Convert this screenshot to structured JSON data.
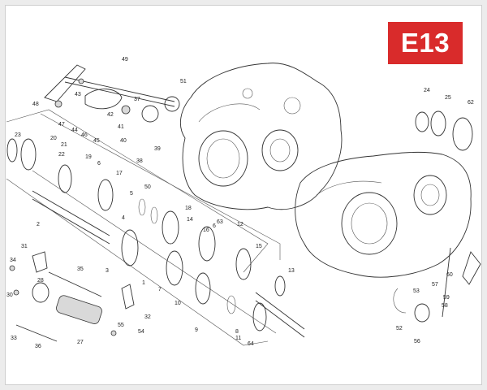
{
  "page_code": "E13",
  "colors": {
    "badge": "#d92b2b",
    "badge_text": "#ffffff",
    "frame": "#ececec",
    "line": "#333333"
  },
  "callouts": [
    "49",
    "43",
    "51",
    "48",
    "47",
    "44",
    "42",
    "41",
    "37",
    "45",
    "46",
    "40",
    "38",
    "39",
    "23",
    "20",
    "21",
    "22",
    "19",
    "17",
    "6",
    "18",
    "5",
    "50",
    "4",
    "14",
    "6",
    "63",
    "12",
    "16",
    "2",
    "3",
    "1",
    "10",
    "7",
    "9",
    "8",
    "11",
    "15",
    "13",
    "64",
    "31",
    "34",
    "35",
    "28",
    "32",
    "33",
    "36",
    "27",
    "55",
    "54",
    "30",
    "24",
    "25",
    "62",
    "57",
    "60",
    "59",
    "58",
    "53",
    "52",
    "56"
  ]
}
